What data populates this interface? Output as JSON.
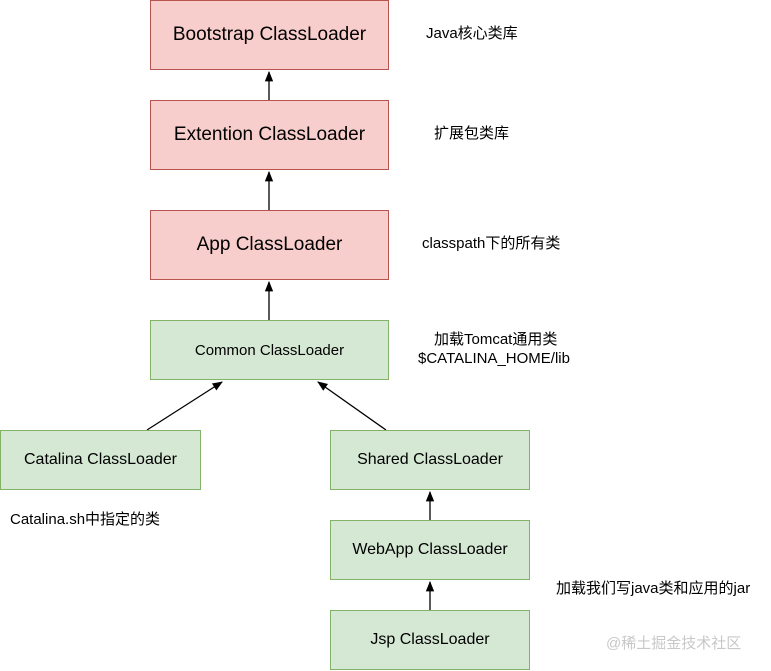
{
  "nodes": {
    "bootstrap": "Bootstrap ClassLoader",
    "extension": "Extention ClassLoader",
    "app": "App ClassLoader",
    "common": "Common ClassLoader",
    "catalina": "Catalina ClassLoader",
    "shared": "Shared ClassLoader",
    "webapp": "WebApp ClassLoader",
    "jsp": "Jsp ClassLoader"
  },
  "notes": {
    "bootstrap": "Java核心类库",
    "extension": "扩展包类库",
    "app": "classpath下的所有类",
    "common_line1": "加载Tomcat通用类",
    "common_line2": "$CATALINA_HOME/lib",
    "catalina": "Catalina.sh中指定的类",
    "webapp_jsp": "加载我们写java类和应用的jar"
  },
  "watermark": "@稀土掘金技术社区",
  "colors": {
    "jvm_fill": "#f8cecc",
    "jvm_border": "#b85450",
    "tomcat_fill": "#d5e8d4",
    "tomcat_border": "#82b366"
  }
}
